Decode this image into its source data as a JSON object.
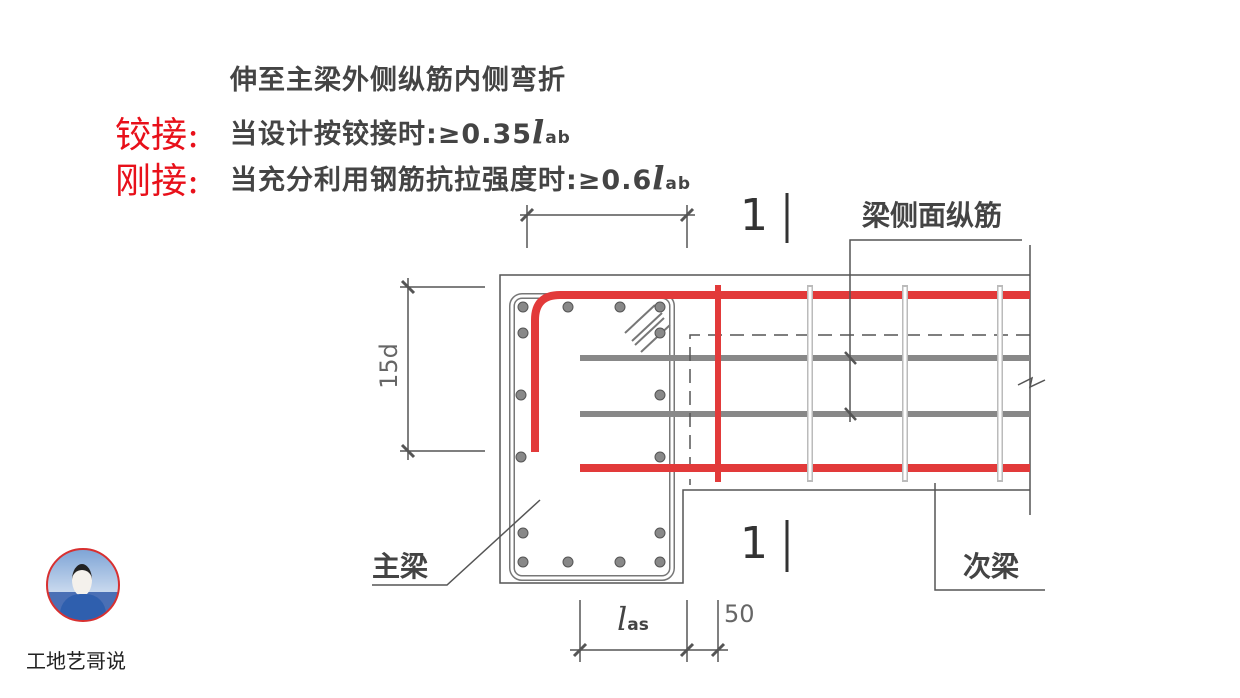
{
  "notes": {
    "line1": "伸至主梁外侧纵筋内侧弯折",
    "line2_prefix": "当设计按铰接时:≥0.35",
    "line3_prefix": "当充分利用钢筋抗拉强度时:≥0.6",
    "l_symbol": "l",
    "ab_subscript": "ab"
  },
  "annotations": {
    "hinged": "铰接:",
    "rigid": "刚接:"
  },
  "diagram": {
    "section_mark_top": "1",
    "section_mark_bottom": "1",
    "side_bar_label": "梁侧面纵筋",
    "main_beam_label": "主梁",
    "secondary_beam_label": "次梁",
    "dim_15d": "15d",
    "dim_las_l": "l",
    "dim_las_sub": "as",
    "dim_50": "50",
    "rebar_highlight_color": "#e23a3a"
  },
  "author": {
    "name": "工地艺哥说"
  }
}
